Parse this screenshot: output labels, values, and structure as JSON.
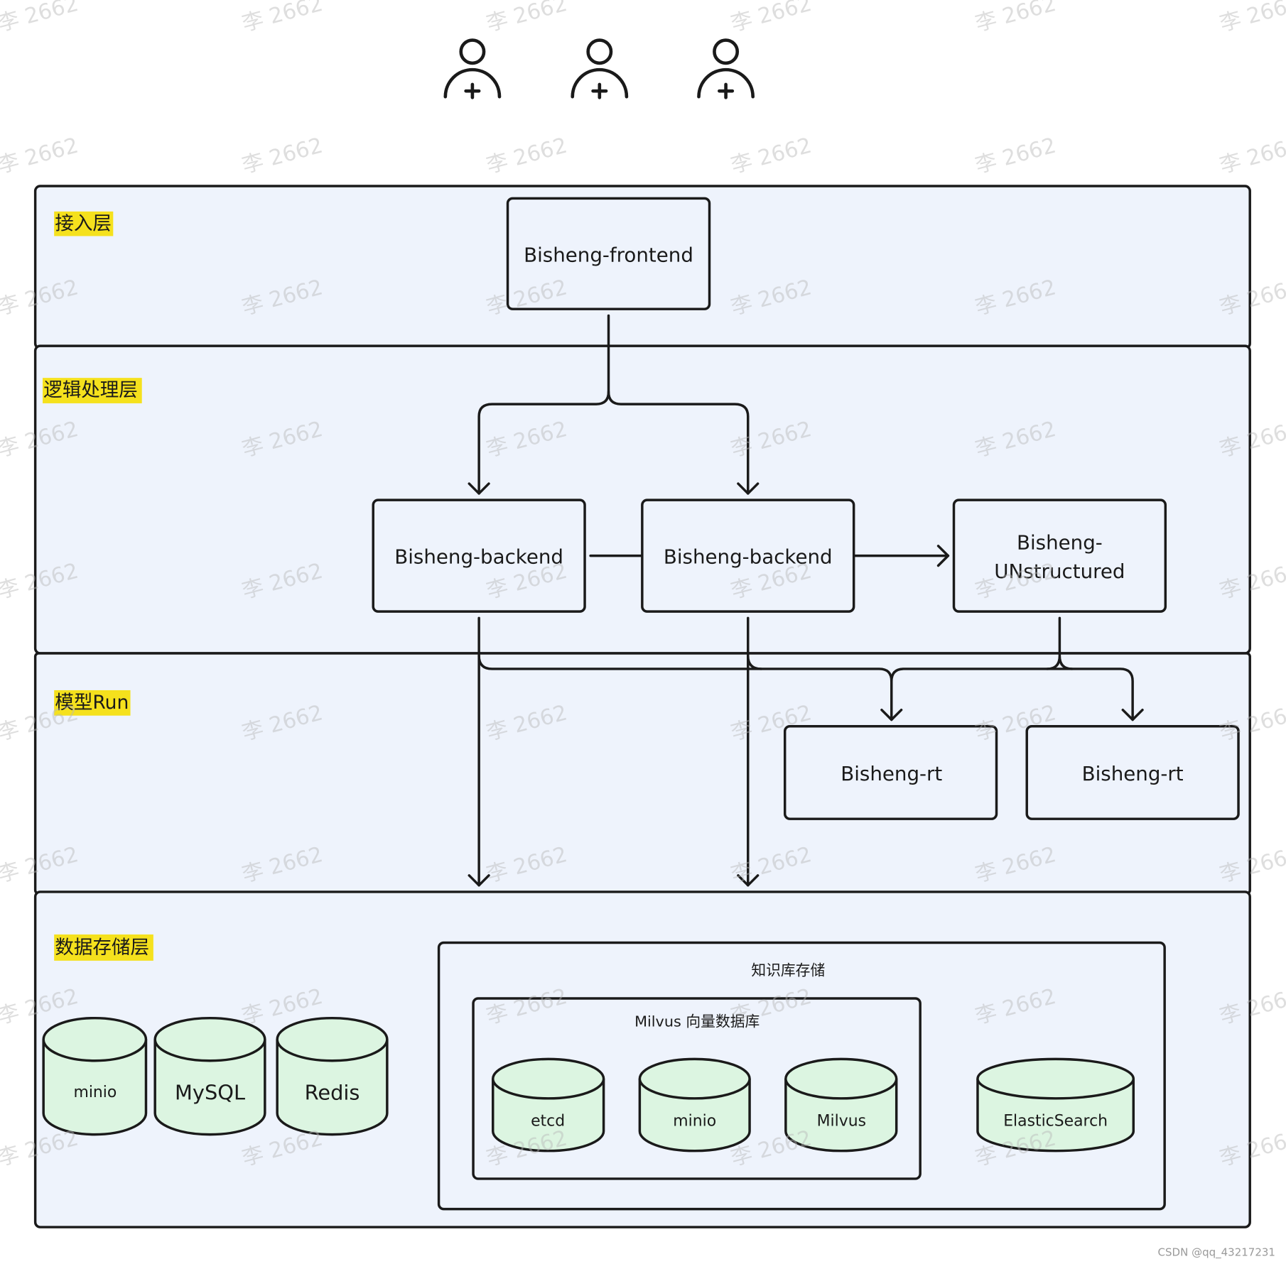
{
  "layers": {
    "access": "接入层",
    "logic": "逻辑处理层",
    "model": "模型Run",
    "storage": "数据存储层"
  },
  "nodes": {
    "frontend": "Bisheng-frontend",
    "backend_1": "Bisheng-backend",
    "backend_2": "Bisheng-backend",
    "unstructured_line1": "Bisheng-",
    "unstructured_line2": "UNstructured",
    "rt_1": "Bisheng-rt",
    "rt_2": "Bisheng-rt"
  },
  "storage": {
    "minio": "minio",
    "mysql": "MySQL",
    "redis": "Redis",
    "knowledge_base": {
      "title": "知识库存储",
      "milvus_group": {
        "title": "Milvus 向量数据库",
        "items": [
          "etcd",
          "minio",
          "Milvus"
        ]
      },
      "elasticsearch": "ElasticSearch"
    }
  },
  "icons": {
    "users": [
      "user-add-icon",
      "user-add-icon",
      "user-add-icon"
    ]
  },
  "watermark": "李 2662",
  "footer": "CSDN @qq_43217231",
  "colors": {
    "layer_fill": "#eef3fc",
    "storage_fill": "#dcf5e1",
    "label_highlight": "#f5e11d",
    "stroke": "#1a1a1a"
  }
}
